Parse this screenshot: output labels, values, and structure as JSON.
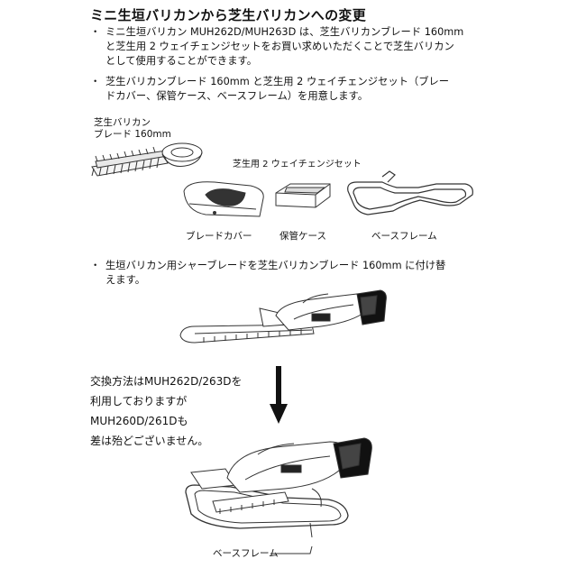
{
  "title": "ミニ生垣バリカンから芝生バリカンへの変更",
  "bullets": [
    {
      "marker": "・",
      "lines": [
        "ミニ生垣バリカン MUH262D/MUH263D は、芝生バリカンブレード 160mm",
        "と芝生用 2 ウェイチェンジセットをお買い求めいただくことで芝生バリカン",
        "として使用することができます。"
      ]
    },
    {
      "marker": "・",
      "lines": [
        "芝生バリカンブレード 160mm と芝生用 2 ウェイチェンジセット（ブレー",
        "ドカバー、保管ケース、ベースフレーム）を用意します。"
      ]
    },
    {
      "marker": "・",
      "lines": [
        "生垣バリカン用シャーブレードを芝生バリカンブレード 160mm に付け替",
        "えます。"
      ]
    }
  ],
  "labels": {
    "blade_line1": "芝生バリカン",
    "blade_line2": "ブレード 160mm",
    "change_set": "芝生用 2 ウェイチェンジセット",
    "blade_cover": "ブレードカバー",
    "storage_case": "保管ケース",
    "base_frame": "ベースフレーム",
    "base_frame_bottom": "ベースフレーム"
  },
  "note_lines": [
    "交換方法はMUH262D/263Dを",
    "利用しておりますが",
    "MUH260D/261Dも",
    "差は殆どございません。"
  ]
}
